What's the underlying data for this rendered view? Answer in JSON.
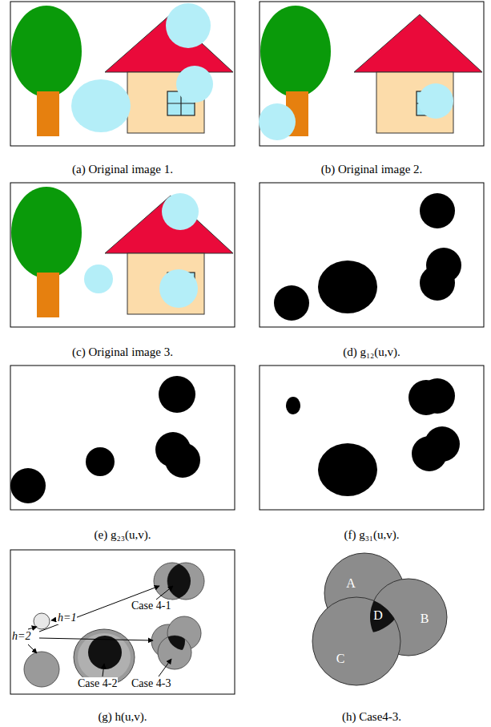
{
  "diagram": {
    "labels": [
      "(a) Original image 1.",
      "(b) Original image 2.",
      "(c) Original image 3.",
      "(d) g₁₂(u,v).",
      "(e) g₂₃(u,v).",
      "(f) g₃₁(u,v).",
      "(g) h(u,v).",
      "(h) Case4-3.",
      "h=1",
      "h=2",
      "Case 4-1",
      "Case 4-2",
      "Case 4-3",
      "A",
      "B",
      "C",
      "D"
    ]
  }
}
